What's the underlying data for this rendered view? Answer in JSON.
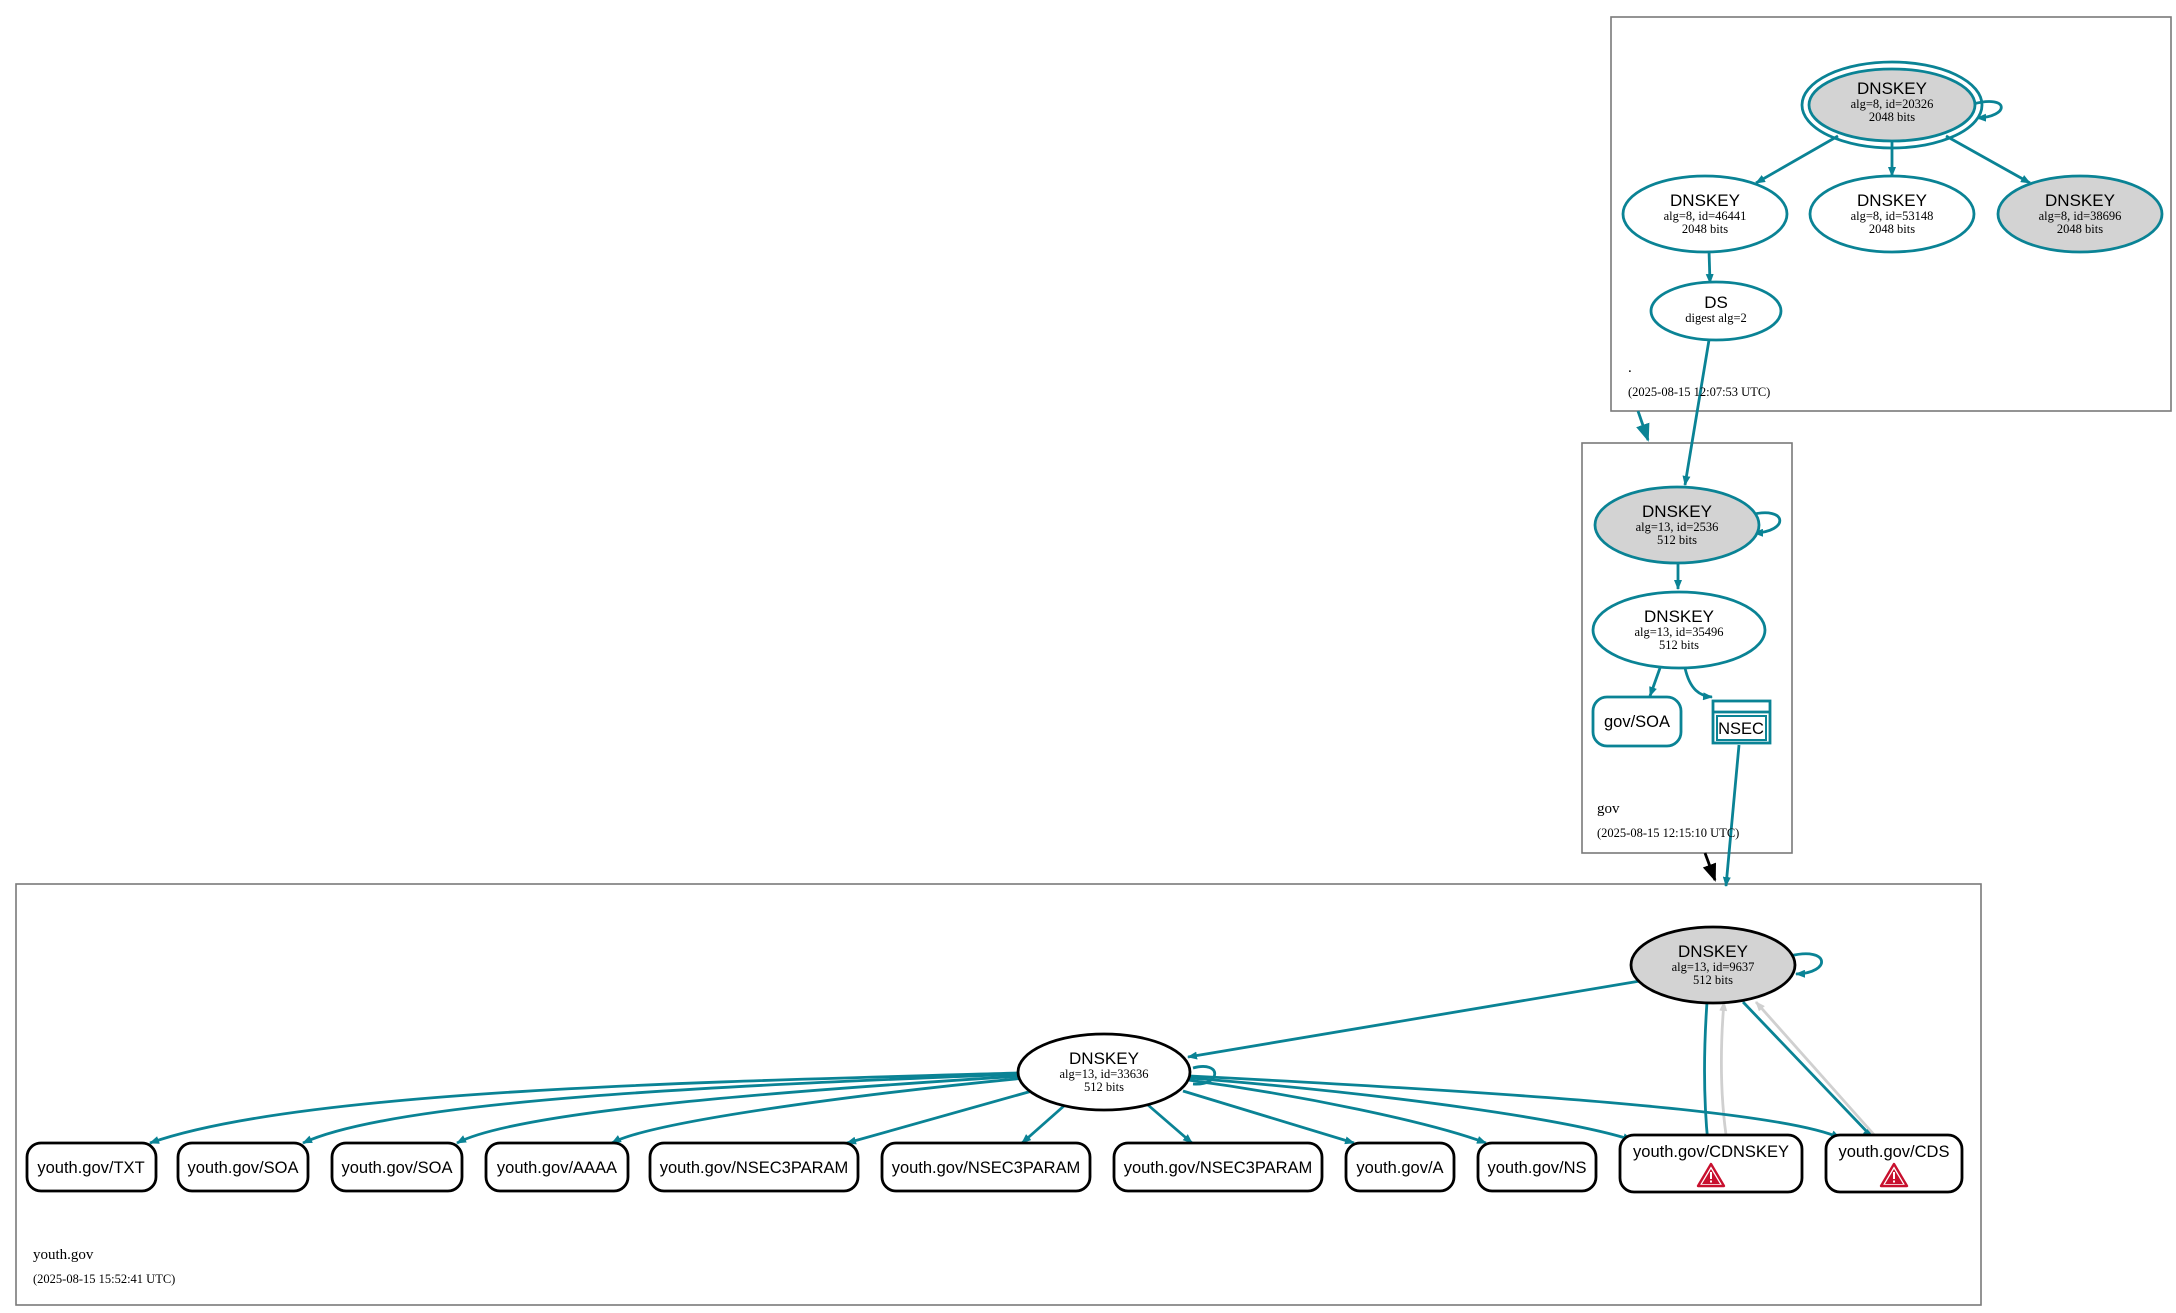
{
  "zones": {
    "root": {
      "name": ".",
      "timestamp": "(2025-08-15 12:07:53 UTC)"
    },
    "gov": {
      "name": "gov",
      "timestamp": "(2025-08-15 12:15:10 UTC)"
    },
    "youth": {
      "name": "youth.gov",
      "timestamp": "(2025-08-15 15:52:41 UTC)"
    }
  },
  "nodes": {
    "root_ksk": {
      "title": "DNSKEY",
      "alg": "alg=8, id=20326",
      "bits": "2048 bits"
    },
    "root_zsk1": {
      "title": "DNSKEY",
      "alg": "alg=8, id=46441",
      "bits": "2048 bits"
    },
    "root_zsk2": {
      "title": "DNSKEY",
      "alg": "alg=8, id=53148",
      "bits": "2048 bits"
    },
    "root_ksk2": {
      "title": "DNSKEY",
      "alg": "alg=8, id=38696",
      "bits": "2048 bits"
    },
    "root_ds": {
      "title": "DS",
      "alg": "digest alg=2"
    },
    "gov_ksk": {
      "title": "DNSKEY",
      "alg": "alg=13, id=2536",
      "bits": "512 bits"
    },
    "gov_zsk": {
      "title": "DNSKEY",
      "alg": "alg=13, id=35496",
      "bits": "512 bits"
    },
    "gov_soa": {
      "label": "gov/SOA"
    },
    "gov_nsec": {
      "label": "NSEC"
    },
    "youth_ksk": {
      "title": "DNSKEY",
      "alg": "alg=13, id=9637",
      "bits": "512 bits"
    },
    "youth_zsk": {
      "title": "DNSKEY",
      "alg": "alg=13, id=33636",
      "bits": "512 bits"
    }
  },
  "rrsets": [
    "youth.gov/TXT",
    "youth.gov/SOA",
    "youth.gov/SOA",
    "youth.gov/AAAA",
    "youth.gov/NSEC3PARAM",
    "youth.gov/NSEC3PARAM",
    "youth.gov/NSEC3PARAM",
    "youth.gov/A",
    "youth.gov/NS",
    "youth.gov/CDNSKEY",
    "youth.gov/CDS"
  ],
  "colors": {
    "secure": "#0a8395",
    "insecure_edge": "#d0d0d0",
    "ksk_fill": "#d3d3d3",
    "warning": "#c8102e"
  },
  "icons": {
    "warning": "warning-triangle-icon"
  }
}
